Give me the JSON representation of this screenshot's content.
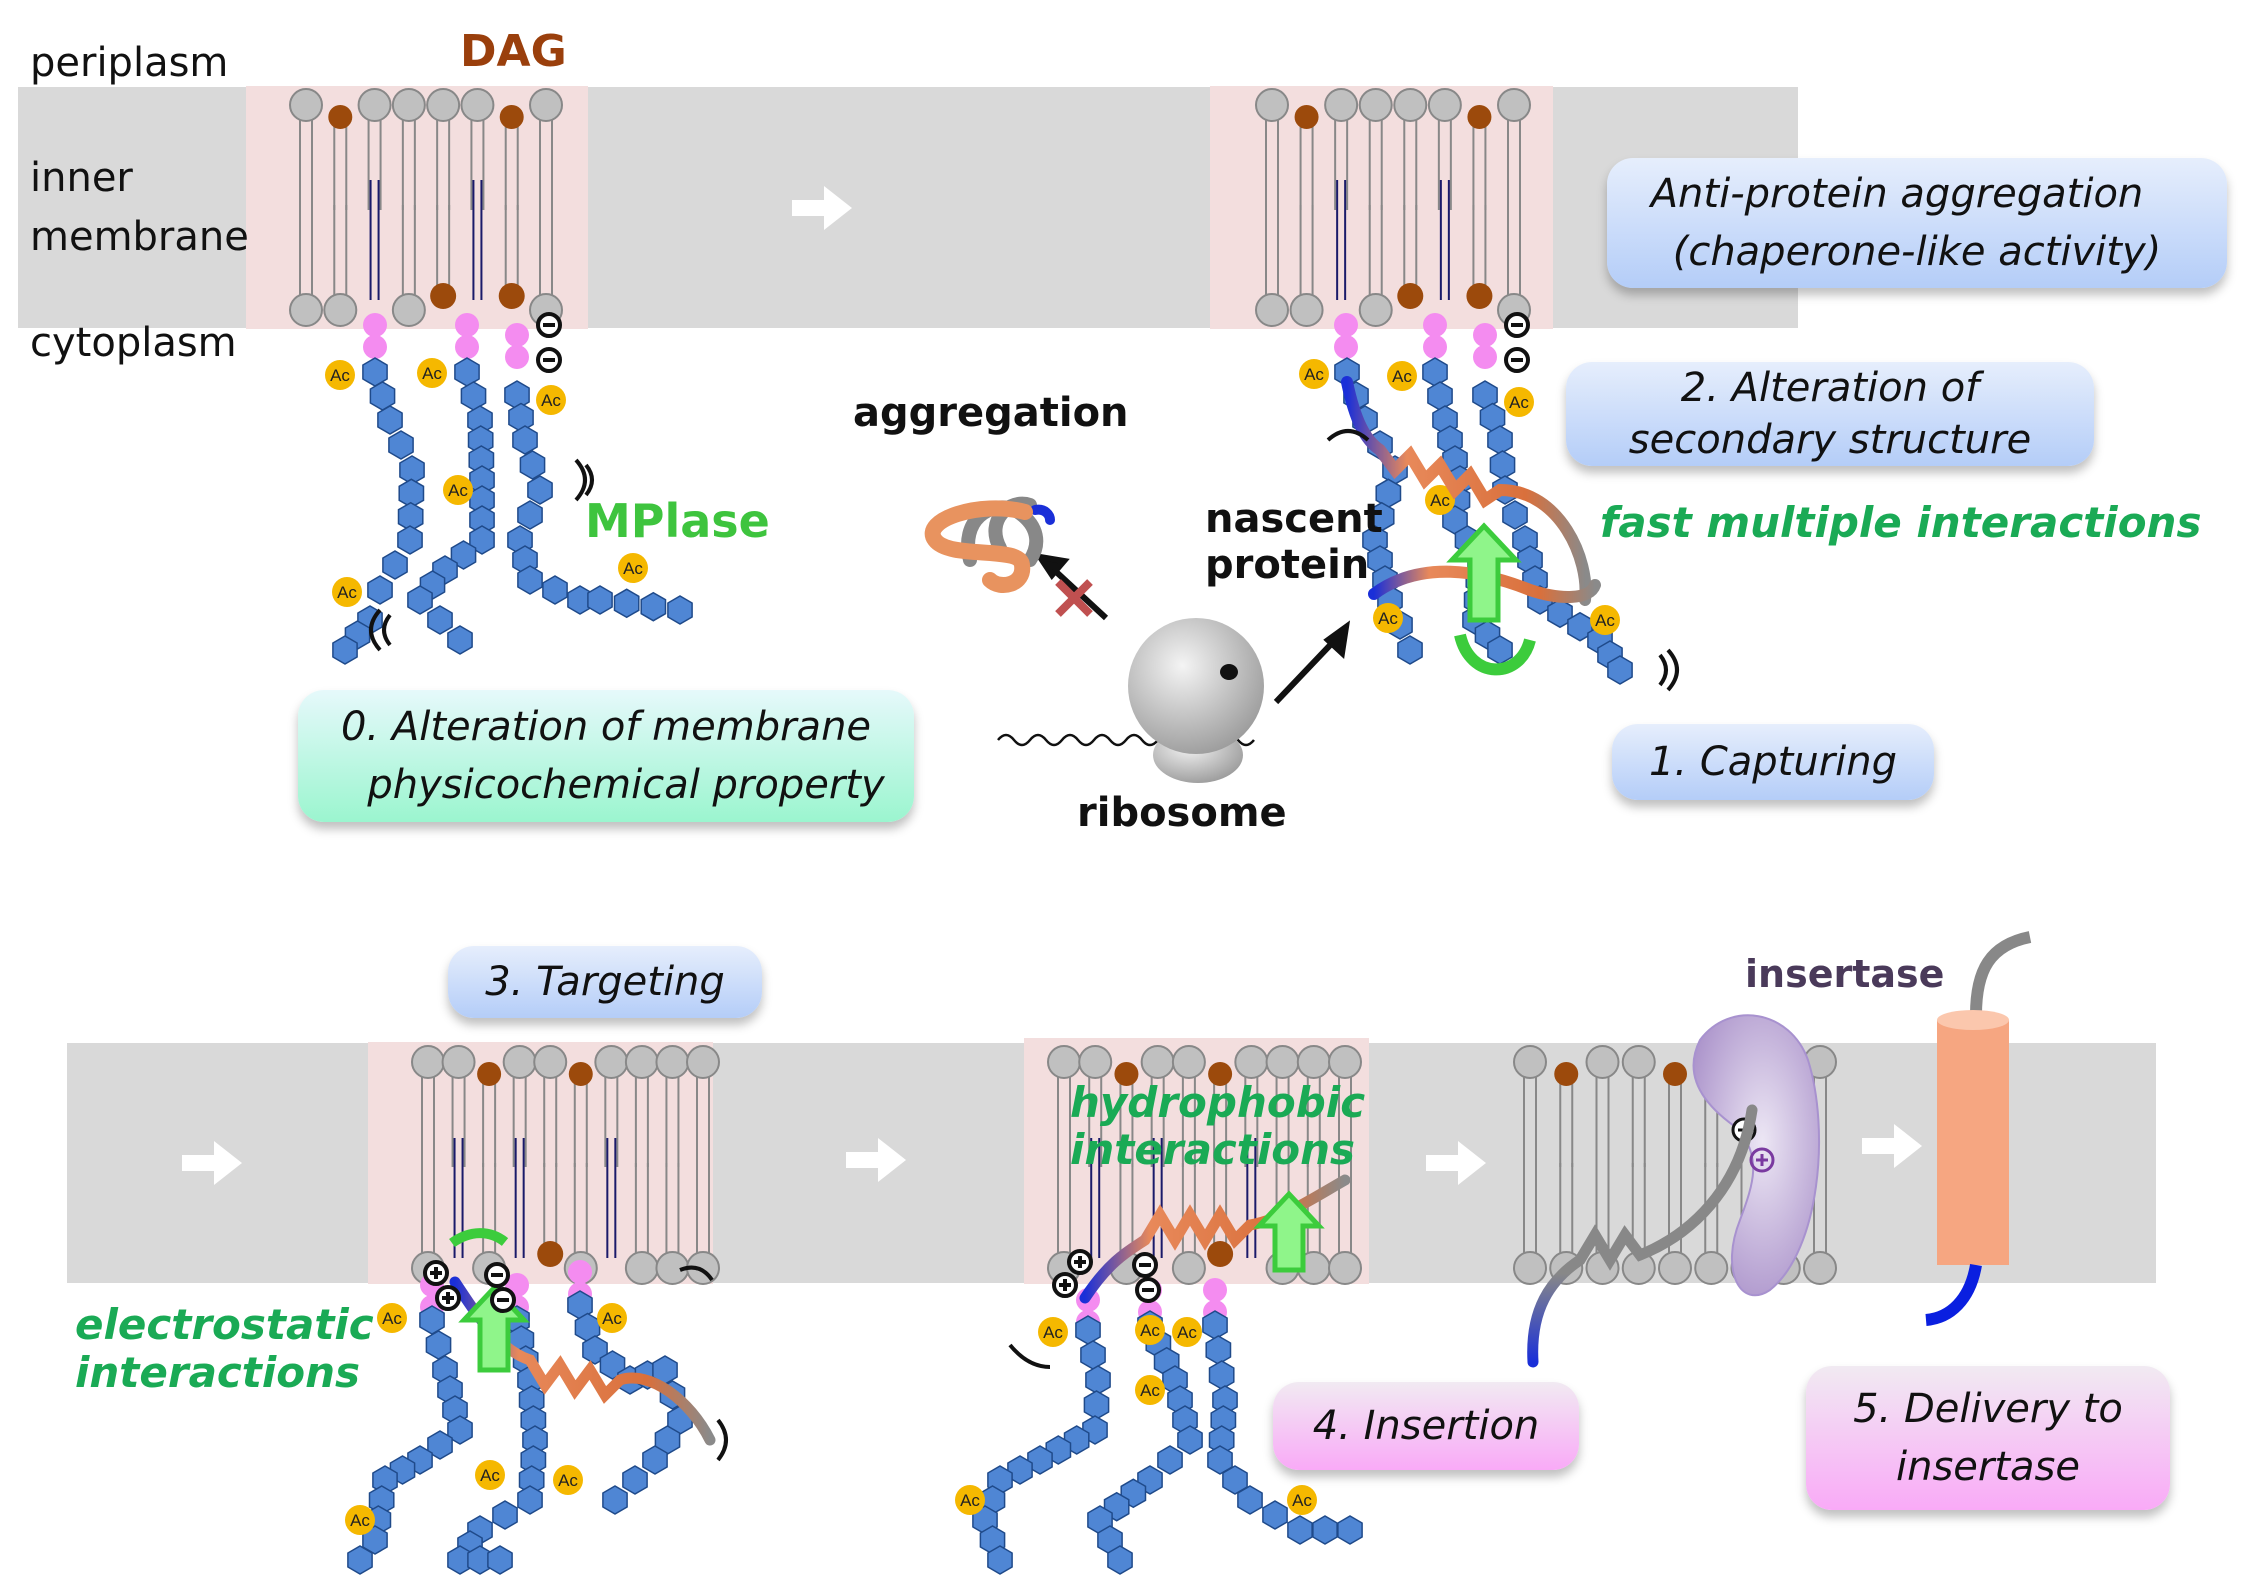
{
  "figure": {
    "regions": {
      "periplasm": "periplasm",
      "inner_membrane_line1": "inner",
      "inner_membrane_line2": "membrane",
      "cytoplasm": "cytoplasm"
    },
    "labels": {
      "dag": "DAG",
      "mplase": "MPlase",
      "aggregation": "aggregation",
      "nascent_line1": "nascent",
      "nascent_line2": "protein",
      "ribosome": "ribosome",
      "fast_interactions": "fast multiple interactions",
      "electrostatic_line1": "electrostatic",
      "electrostatic_line2": "interactions",
      "hydrophobic_line1": "hydrophobic",
      "hydrophobic_line2": "interactions",
      "insertase": "insertase",
      "ac": "Ac"
    },
    "steps": [
      {
        "id": "0",
        "line1": "0. Alteration of membrane",
        "line2": "physicochemical property",
        "style": "teal"
      },
      {
        "id": "1",
        "line1": "1. Capturing",
        "line2": "",
        "style": "blue"
      },
      {
        "id": "2",
        "line1": "2. Alteration of",
        "line2": "secondary structure",
        "style": "blue"
      },
      {
        "id": "3",
        "line1": "3. Targeting",
        "line2": "",
        "style": "blue"
      },
      {
        "id": "4",
        "line1": "4. Insertion",
        "line2": "",
        "style": "pink"
      },
      {
        "id": "5",
        "line1": "5. Delivery to",
        "line2": "insertase",
        "style": "pink"
      },
      {
        "id": "anti",
        "line1": "Anti-protein aggregation",
        "line2": "(chaperone-like activity)",
        "style": "blue"
      }
    ],
    "colors": {
      "membrane": "#d9d9d9",
      "mplase_zone": "#f3dede",
      "lipid_head": "#c0c0c0",
      "dag_head": "#9c4a0c",
      "pyrophosphate": "#f48cf0",
      "sugar": "#4f86d4",
      "acetyl": "#f5b800",
      "green_text": "#1aaa55",
      "mplase_text": "#3ec43e",
      "dag_text": "#9a3f0c",
      "insertase_text": "#4a3a5a",
      "insertase_body": "#b8a6d6",
      "helix": "#f4a886",
      "signal_blue": "#0a1fe0"
    }
  }
}
